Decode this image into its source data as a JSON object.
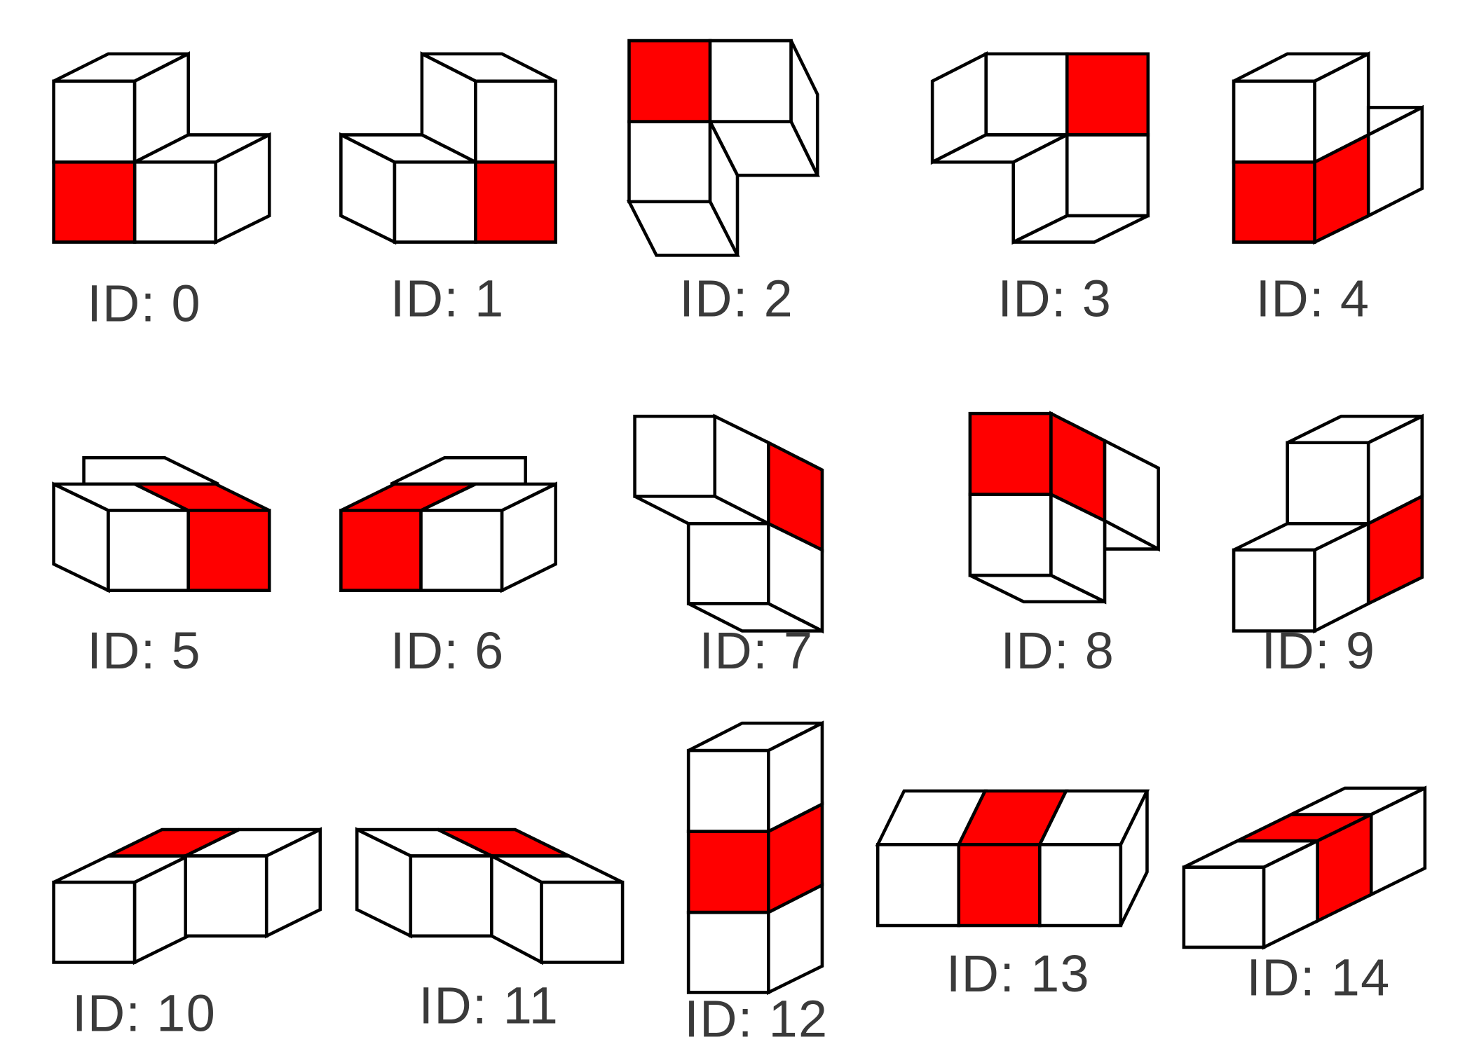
{
  "colors": {
    "highlight": "#ff0000",
    "face": "#ffffff",
    "edge": "#000000",
    "label": "#3a3a3a"
  },
  "figures": [
    {
      "id": 0,
      "label": "ID: 0",
      "red_cubes": 1
    },
    {
      "id": 1,
      "label": "ID: 1",
      "red_cubes": 1
    },
    {
      "id": 2,
      "label": "ID: 2",
      "red_cubes": 1
    },
    {
      "id": 3,
      "label": "ID: 3",
      "red_cubes": 1
    },
    {
      "id": 4,
      "label": "ID: 4",
      "red_cubes": 1
    },
    {
      "id": 5,
      "label": "ID: 5",
      "red_cubes": 1
    },
    {
      "id": 6,
      "label": "ID: 6",
      "red_cubes": 1
    },
    {
      "id": 7,
      "label": "ID: 7",
      "red_cubes": 1
    },
    {
      "id": 8,
      "label": "ID: 8",
      "red_cubes": 1
    },
    {
      "id": 9,
      "label": "ID: 9",
      "red_cubes": 1
    },
    {
      "id": 10,
      "label": "ID: 10",
      "red_cubes": 1
    },
    {
      "id": 11,
      "label": "ID: 11",
      "red_cubes": 1
    },
    {
      "id": 12,
      "label": "ID: 12",
      "red_cubes": 1
    },
    {
      "id": 13,
      "label": "ID: 13",
      "red_cubes": 1
    },
    {
      "id": 14,
      "label": "ID: 14",
      "red_cubes": 1
    }
  ]
}
